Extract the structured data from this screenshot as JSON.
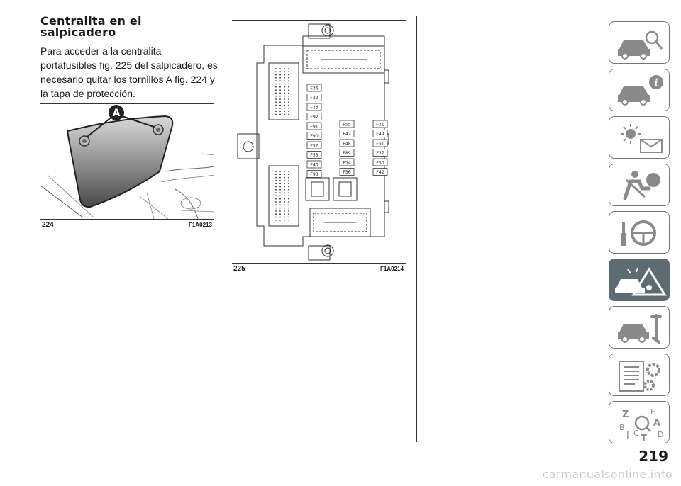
{
  "section": {
    "title_line1": "Centralita en el",
    "title_line2": "salpicadero",
    "body": "Para acceder a la centralita portafusibles fig. 225 del salpicadero, es necesario quitar los tornillos A fig. 224 y la tapa de protección."
  },
  "figure_224": {
    "number": "224",
    "code": "F1A0213",
    "callout": "A"
  },
  "figure_225": {
    "number": "225",
    "code": "F1A0214",
    "fuses_col1": [
      "F36",
      "F32",
      "F33",
      "F92",
      "F91",
      "F90",
      "F52",
      "F53",
      "F43",
      "F93"
    ],
    "fuses_col2": [
      "F55",
      "F47",
      "F48",
      "F89",
      "F54",
      "F56"
    ],
    "fuses_col3": [
      "F31",
      "F49",
      "F51",
      "F37",
      "F50",
      "F42"
    ]
  },
  "side_tabs": [
    {
      "icon": "car-dashboard-icon",
      "active": false
    },
    {
      "icon": "car-info-icon",
      "active": false
    },
    {
      "icon": "lights-signals-icon",
      "active": false
    },
    {
      "icon": "airbag-safety-icon",
      "active": false
    },
    {
      "icon": "steering-start-icon",
      "active": false
    },
    {
      "icon": "emergency-warning-icon",
      "active": true
    },
    {
      "icon": "car-maintenance-icon",
      "active": false
    },
    {
      "icon": "technical-data-icon",
      "active": false
    },
    {
      "icon": "alphabetical-index-icon",
      "active": false
    }
  ],
  "page": {
    "number": "219",
    "watermark": "carmanualsonline.info"
  }
}
